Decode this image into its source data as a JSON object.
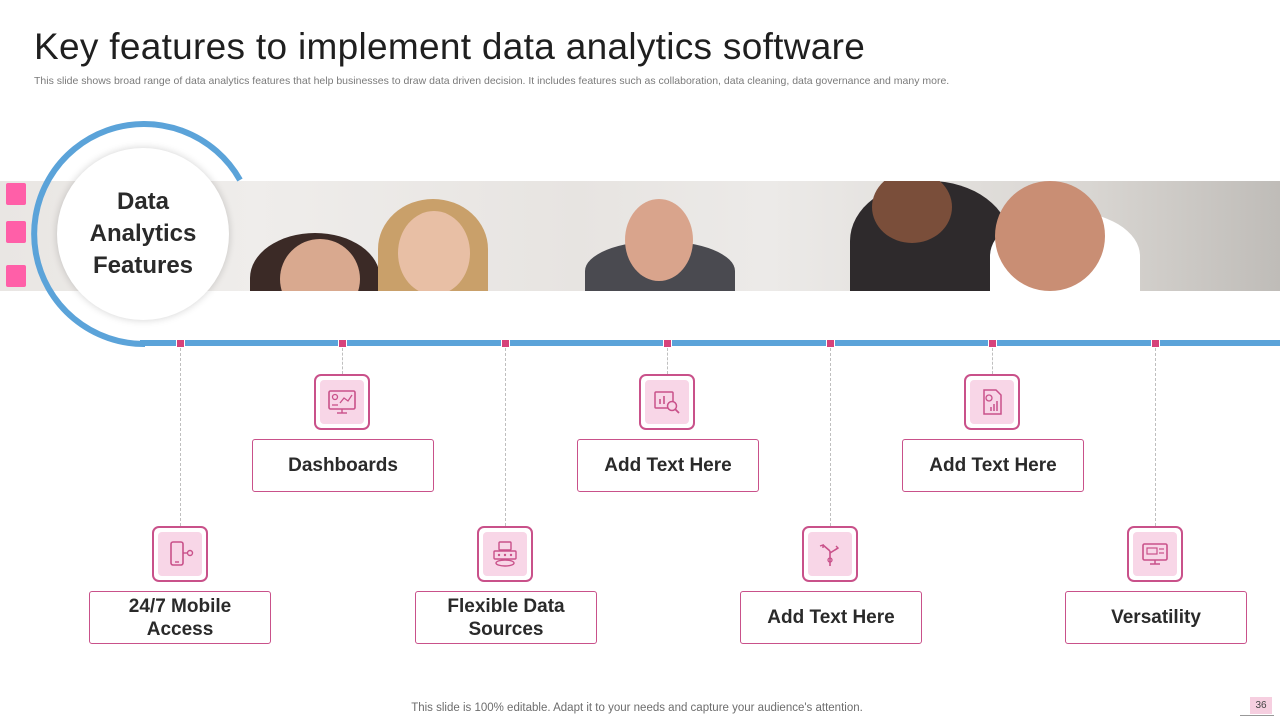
{
  "slide": {
    "title": "Key features to implement data analytics software",
    "subtitle": "This slide shows broad range of data analytics features that help businesses to draw data driven decision. It includes features such as collaboration, data cleaning, data governance and many more.",
    "center_label": "Data Analytics Features",
    "footer": "This slide is 100% editable. Adapt it to your needs and capture your audience's attention.",
    "page_number": "36"
  },
  "colors": {
    "accent_pink": "#c9518a",
    "marker_pink": "#d6427a",
    "icon_fill": "#f8d6e7",
    "timeline_blue": "#5ba3d9"
  },
  "features": [
    {
      "label": "24/7 Mobile Access",
      "icon": "mobile-access-icon"
    },
    {
      "label": "Dashboards",
      "icon": "dashboard-icon"
    },
    {
      "label": "Flexible Data Sources",
      "icon": "data-sources-icon"
    },
    {
      "label": "Add Text Here",
      "icon": "chart-search-icon"
    },
    {
      "label": "Add Text Here",
      "icon": "direction-arrows-icon"
    },
    {
      "label": "Add Text Here",
      "icon": "report-document-icon"
    },
    {
      "label": "Versatility",
      "icon": "monitor-icon"
    }
  ]
}
